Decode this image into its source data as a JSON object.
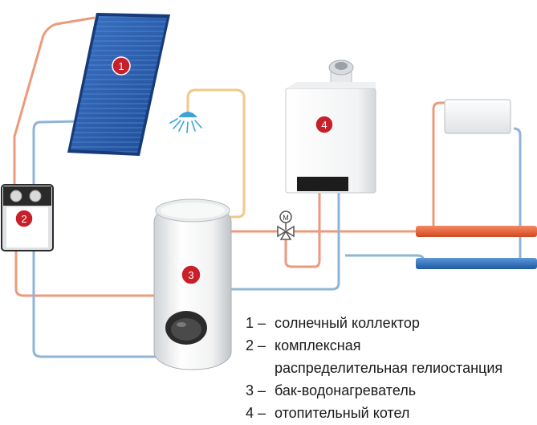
{
  "markers": {
    "collector": "1",
    "station": "2",
    "tank": "3",
    "boiler": "4",
    "valve": "M"
  },
  "legend": {
    "items": [
      {
        "num": "1",
        "dash": "–",
        "text": "солнечный коллектор"
      },
      {
        "num": "2",
        "dash": "–",
        "text": "комплексная",
        "continuation": "распределительная гелиостанция"
      },
      {
        "num": "3",
        "dash": "–",
        "text": "бак-водонагреватель"
      },
      {
        "num": "4",
        "dash": "–",
        "text": "отопительный котел"
      }
    ]
  },
  "colors": {
    "hot_pipe": "#ec9a7c",
    "cold_pipe": "#8fb4d6",
    "shower_pipe": "#f2c88a",
    "thick_hot_pipe": "#e8683f",
    "thick_cold_pipe": "#3a78c0",
    "marker": "#c8202a",
    "collector_panel": "#2f63b4"
  }
}
